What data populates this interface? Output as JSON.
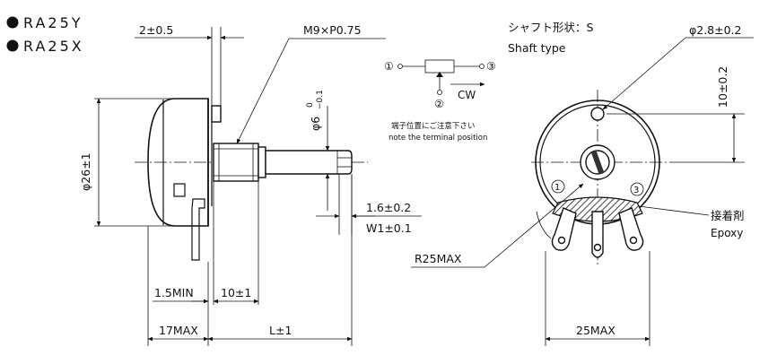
{
  "models": [
    "RA25Y",
    "RA25X"
  ],
  "shaft_shape": "シャフト形状：S",
  "shaft_type": "Shaft type",
  "terminals": {
    "t1": "①",
    "t2": "②",
    "t3": "③",
    "cw": "CW",
    "note_jp": "端子位置にご注意下さい",
    "note_en": "note the terminal position"
  },
  "front_terminal_marks": [
    "1",
    "3"
  ],
  "adhesive_jp": "接着剤",
  "adhesive_en": "Epoxy",
  "dimensions": {
    "thread": "M9×P0.75",
    "width_2": "2±0.5",
    "dia_26": "φ26±1",
    "dia_6": "φ6",
    "dia_6_upper": "0",
    "dia_6_lower": "−0.1",
    "slot_depth": "1.6±0.2",
    "slot_width": "W1±0.1",
    "min_15": "1.5MIN",
    "len_10": "10±1",
    "max_17": "17MAX",
    "shaft_len": "L±1",
    "hole_dia": "φ2.8±0.2",
    "hole_pos": "10±0.2",
    "radius": "R25MAX",
    "width_25": "25MAX"
  }
}
